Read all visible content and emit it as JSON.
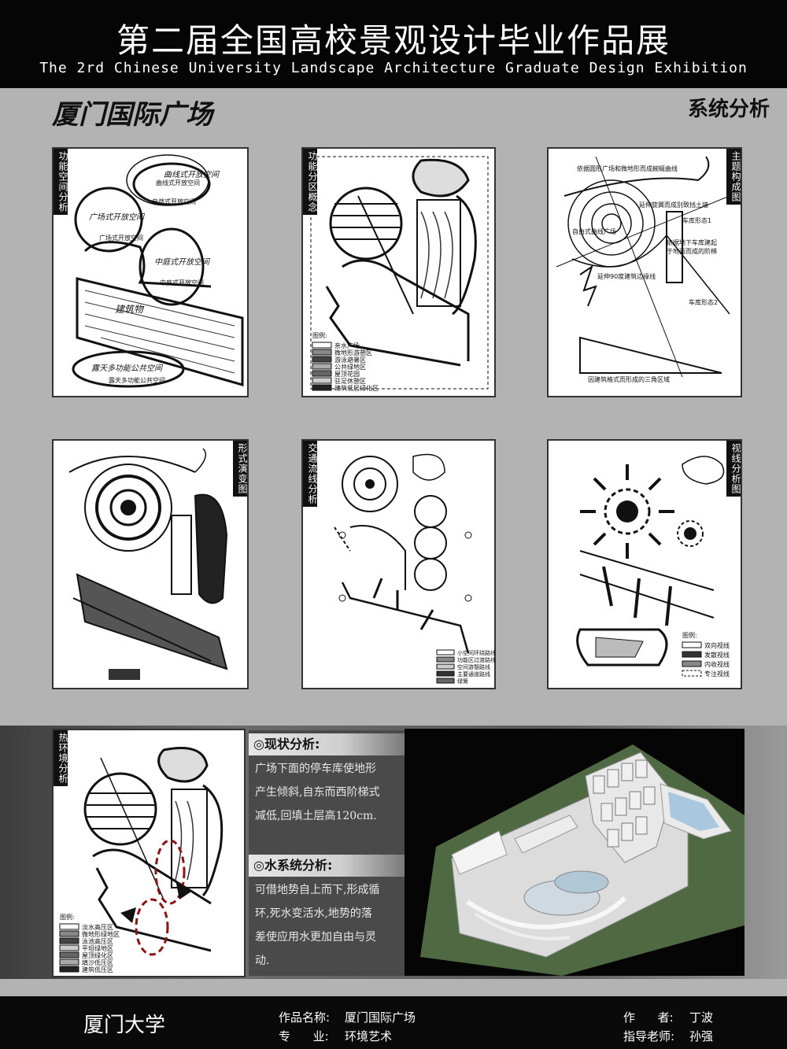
{
  "header": {
    "title_cn": "第二届全国高校景观设计毕业作品展",
    "title_en": "The 2rd Chinese University Landscape Architecture Graduate Design Exhibition"
  },
  "project_title": "厦门国际广场",
  "section_title": "系统分析",
  "panels": [
    {
      "label": "功能空间分析",
      "notes": [
        "曲线式开放空间",
        "自然式开放空间",
        "广场式开放空间",
        "中庭式开放空间",
        "露天多功能公共空间"
      ],
      "handwriting": [
        "曲线式开放空间",
        "广场式开放空间",
        "中庭式开放空间",
        "建筑物",
        "露天多功能公共空间"
      ]
    },
    {
      "label": "功能分区概念",
      "legend_title": "图例:",
      "legend": [
        "亲水广场",
        "微地形游憩区",
        "游泳避暑区",
        "公共绿地区",
        "屋顶花园",
        "驻足休憩区",
        "建筑低层绿化区"
      ]
    },
    {
      "label": "主题构成图",
      "notes": [
        "依据圆形广场和微地形而成蜿蜒曲线",
        "延伸旋翼而成别致挡土墙",
        "车库形态1",
        "自由式曲线广场",
        "依据地下车库建起于地面而成的阶梯",
        "延伸90度建筑边缘线",
        "车库形态2",
        "因建筑格式而形成的三角区域"
      ]
    },
    {
      "label": "形式演变图"
    },
    {
      "label": "交通流线分析",
      "legend": [
        "小空间环绕路线",
        "功能区过渡路线",
        "空间游憩路线",
        "主要通道路线",
        "绿篱"
      ]
    },
    {
      "label": "视线分析图",
      "legend_title": "图例:",
      "legend": [
        "双向视线",
        "发散视线",
        "内收视线",
        "专注视线"
      ]
    },
    {
      "label": "热环境分析",
      "legend_title": "图例:",
      "legend": [
        "淡水高压区",
        "微地形绿地区",
        "泳池高压区",
        "平坦绿地区",
        "屋顶绿化区",
        "填沙低压区",
        "建筑低压区"
      ]
    }
  ],
  "analysis": {
    "status_heading": "◎现状分析:",
    "status_text": [
      "广场下面的停车库使地形",
      "产生倾斜,自东而西阶梯式",
      "减低,回填土层高120cm."
    ],
    "water_heading": "◎水系统分析:",
    "water_text": [
      "可借地势自上而下,形成循",
      "环,死水变活水,地势的落",
      "差使应用水更加自由与灵",
      "动."
    ]
  },
  "footer": {
    "school": "厦门大学",
    "work_label": "作品名称:",
    "work_value": "厦门国际广场",
    "major_label": "专      业:",
    "major_value": "环境艺术",
    "author_label": "作      者:",
    "author_value": "丁波",
    "advisor_label": "指导老师:",
    "advisor_value": "孙强"
  }
}
